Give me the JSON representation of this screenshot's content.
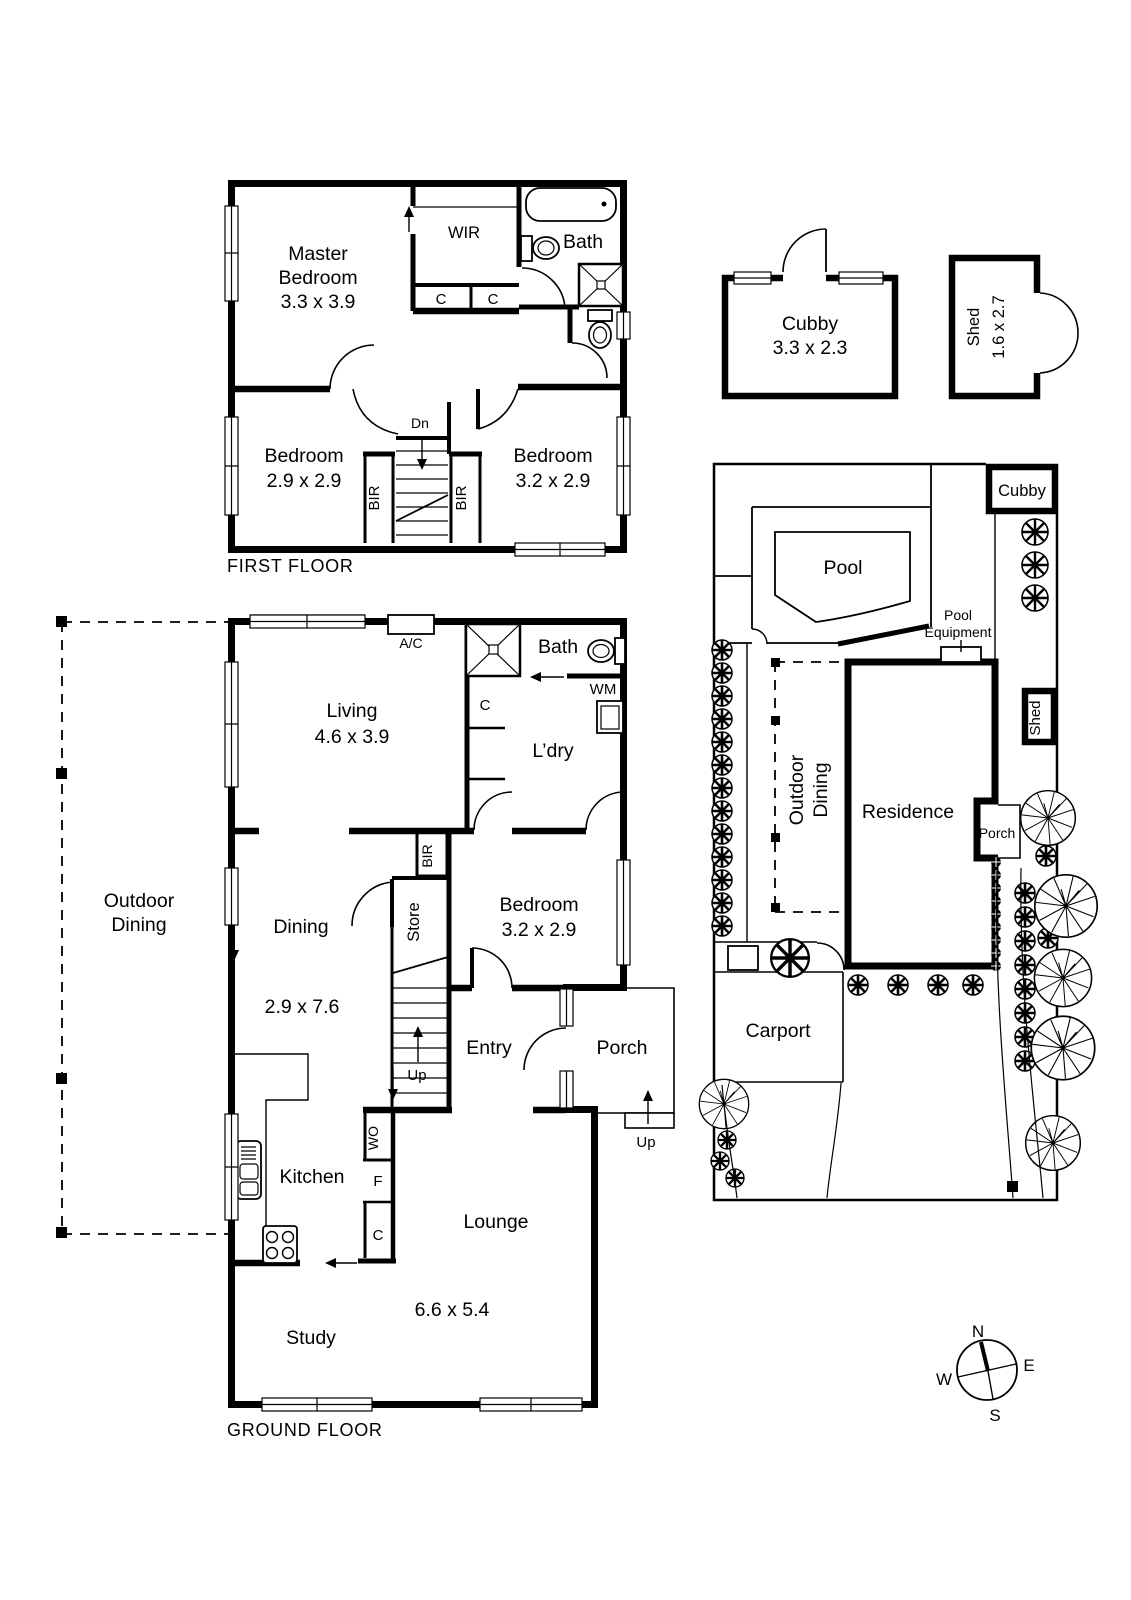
{
  "colors": {
    "ink": "#000000",
    "paper": "#ffffff"
  },
  "icons": {
    "bathtub": "bathtub-icon",
    "toilet": "toilet-icon",
    "shower": "shower-icon",
    "sink": "sink-icon",
    "stove": "stove-icon",
    "washing_machine": "washing-machine-icon",
    "stairs": "stairs-icon",
    "door": "door-swing-icon",
    "window": "window-icon",
    "tree": "tree-icon",
    "shrub": "shrub-icon",
    "compass": "compass-icon",
    "arrow": "arrow-icon"
  },
  "ff": {
    "label": "FIRST FLOOR",
    "master": {
      "l1": "Master",
      "l2": "Bedroom",
      "dims": "3.3 x 3.9"
    },
    "wir": "WIR",
    "bath": "Bath",
    "c1": "C",
    "c2": "C",
    "dn": "Dn",
    "bir_left": "BIR",
    "bir_right": "BIR",
    "bedroom_left": {
      "l1": "Bedroom",
      "dims": "2.9 x 2.9"
    },
    "bedroom_right": {
      "l1": "Bedroom",
      "dims": "3.2 x 2.9"
    }
  },
  "out": {
    "cubby": {
      "name": "Cubby",
      "dims": "3.3 x 2.3"
    },
    "shed": {
      "name": "Shed",
      "dims": "1.6 x 2.7"
    }
  },
  "site": {
    "cubby": "Cubby",
    "pool": "Pool",
    "pool_equipment": {
      "l1": "Pool",
      "l2": "Equipment"
    },
    "shed": "Shed",
    "outdoor_dining": {
      "l1": "Outdoor",
      "l2": "Dining"
    },
    "residence": "Residence",
    "porch": "Porch",
    "carport": "Carport"
  },
  "gf": {
    "label": "GROUND FLOOR",
    "ac": "A/C",
    "living": {
      "l1": "Living",
      "dims": "4.6 x 3.9"
    },
    "bath": "Bath",
    "wm": "WM",
    "c1": "C",
    "ldry": "L’dry",
    "outdoor_dining": {
      "l1": "Outdoor",
      "l2": "Dining"
    },
    "dining": {
      "l1": "Dining",
      "dims": "2.9 x 7.6"
    },
    "bir": "BIR",
    "store": "Store",
    "bedroom": {
      "l1": "Bedroom",
      "dims": "3.2 x 2.9"
    },
    "entry": "Entry",
    "porch": "Porch",
    "up_stairs": "Up",
    "up_porch": "Up",
    "wo": "WO",
    "f": "F",
    "c2": "C",
    "kitchen": "Kitchen",
    "lounge": {
      "l1": "Lounge",
      "dims": "6.6 x 5.4"
    },
    "study": "Study"
  },
  "compass": {
    "n": "N",
    "e": "E",
    "s": "S",
    "w": "W"
  }
}
